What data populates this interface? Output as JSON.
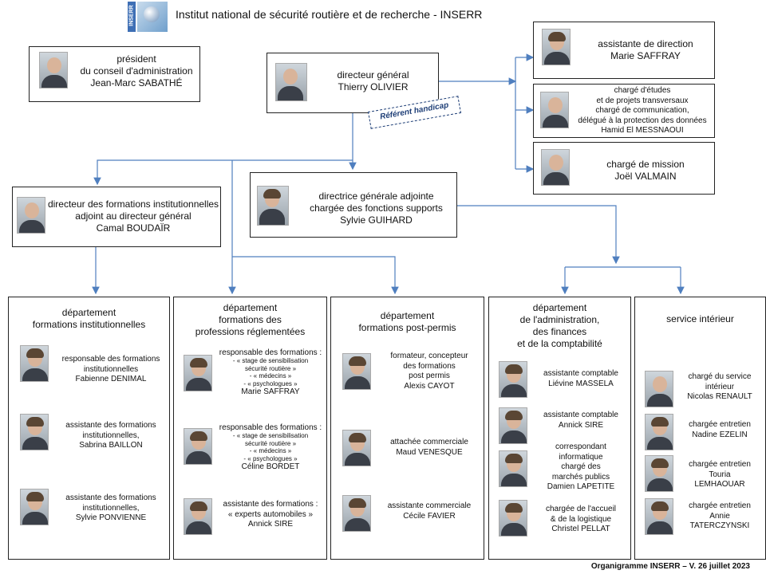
{
  "header": {
    "logo_text": "INSERR",
    "title": "Institut national de sécurité routière et de recherche - INSERR"
  },
  "president": {
    "lines": [
      "président",
      "du conseil d'administration",
      "Jean-Marc SABATHÉ"
    ]
  },
  "dg": {
    "lines": [
      "directeur général",
      "Thierry OLIVIER"
    ]
  },
  "referent": "Référent handicap",
  "right_staff": [
    {
      "lines": [
        "assistante de direction",
        "Marie SAFFRAY"
      ]
    },
    {
      "lines": [
        "chargé d'études",
        "et de projets transversaux",
        "chargé de communication,",
        "délégué à la protection des données",
        "Hamid El MESSNAOUI"
      ]
    },
    {
      "lines": [
        "chargé de mission",
        "Joël VALMAIN"
      ]
    }
  ],
  "dfi": {
    "lines": [
      "directeur des formations institutionnelles",
      "adjoint au directeur général",
      "Camal BOUDAÏR"
    ]
  },
  "dga": {
    "lines": [
      "directrice générale adjointe",
      "chargée des fonctions supports",
      "Sylvie GUIHARD"
    ]
  },
  "departments": [
    {
      "title": [
        "département",
        "formations  institutionnelles"
      ],
      "members": [
        {
          "lines": [
            "responsable des formations",
            "institutionnelles",
            "Fabienne DENIMAL"
          ]
        },
        {
          "lines": [
            "assistante des formations",
            "institutionnelles,",
            "Sabrina BAILLON"
          ]
        },
        {
          "lines": [
            "assistante des formations",
            "institutionnelles,",
            "Sylvie PONVIENNE"
          ]
        }
      ]
    },
    {
      "title": [
        "département",
        "formations  des",
        "professions réglementées"
      ],
      "members": [
        {
          "head": "responsable des formations :",
          "sub": [
            "- « stage de sensibilisation",
            "sécurité routière »",
            "- « médecins »",
            "- « psychologues »"
          ],
          "name": "Marie SAFFRAY"
        },
        {
          "head": "responsable des formations :",
          "sub": [
            "- « stage de sensibilisation",
            "sécurité routière »",
            "- « médecins »",
            "- « psychologues »"
          ],
          "name": "Céline BORDET"
        },
        {
          "lines": [
            "assistante des formations :",
            "« experts automobiles »",
            "Annick SIRE"
          ]
        }
      ]
    },
    {
      "title": [
        "département",
        "formations  post-permis"
      ],
      "members": [
        {
          "lines": [
            "formateur, concepteur",
            "des formations",
            "post permis",
            "Alexis CAYOT"
          ]
        },
        {
          "lines": [
            "attachée commerciale",
            "Maud VENESQUE"
          ]
        },
        {
          "lines": [
            "assistante commerciale",
            "Cécile FAVIER"
          ]
        }
      ]
    },
    {
      "title": [
        "département",
        "de l'administration,",
        "des finances",
        "et de la comptabilité"
      ],
      "members": [
        {
          "lines": [
            "assistante comptable",
            "Liévine MASSELA"
          ]
        },
        {
          "lines": [
            "assistante comptable",
            "Annick SIRE"
          ]
        },
        {
          "lines": [
            "correspondant",
            "informatique",
            "chargé des",
            "marchés publics",
            "Damien  LAPETITE"
          ]
        },
        {
          "lines": [
            "chargée de l'accueil",
            "& de la logistique",
            "Christel PELLAT"
          ]
        }
      ]
    },
    {
      "title": [
        "service intérieur"
      ],
      "members": [
        {
          "lines": [
            "chargé du service",
            "intérieur",
            "Nicolas RENAULT"
          ]
        },
        {
          "lines": [
            "chargée entretien",
            "Nadine EZELIN"
          ]
        },
        {
          "lines": [
            "chargée entretien",
            "Touria",
            "LEMHAOUAR"
          ]
        },
        {
          "lines": [
            "chargée entretien",
            "Annie",
            "TATERCZYNSKI"
          ]
        }
      ]
    }
  ],
  "footer": "Organigramme INSERR – V. 26 juillet 2023",
  "colors": {
    "connector": "#4f7fbf",
    "border": "#222222",
    "referent_border": "#1f3f77"
  }
}
